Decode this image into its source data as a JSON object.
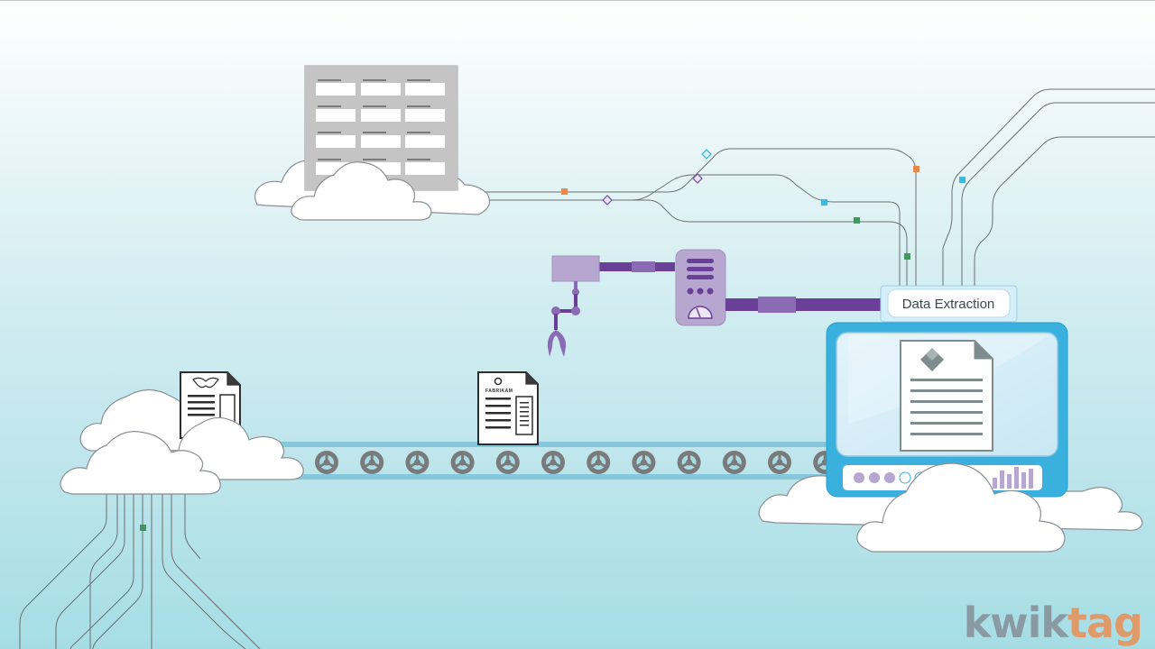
{
  "stage_label": "Data Extraction",
  "doc_brand": "FABRIKAM",
  "logo": {
    "part1": "kwik",
    "part2": "tag"
  },
  "colors": {
    "sky_top": "#ffffff",
    "sky_bottom": "#a6dde5",
    "conveyor": "#86c8db",
    "roller": "#7a7a7a",
    "arm_purple": "#6a3f97",
    "arm_light": "#b7a6cf",
    "monitor_blue": "#3ab0df",
    "screen": "#d6eef8",
    "node_orange": "#e8894c",
    "node_cyan": "#3cb9e0",
    "node_green": "#3d9a5c",
    "node_purple": "#7a5aa6"
  },
  "icons": [
    "cloud-icon",
    "database-table-icon",
    "robot-arm-icon",
    "control-panel-icon",
    "gauge-icon",
    "monitor-icon",
    "document-icon",
    "conveyor-roller-icon"
  ]
}
